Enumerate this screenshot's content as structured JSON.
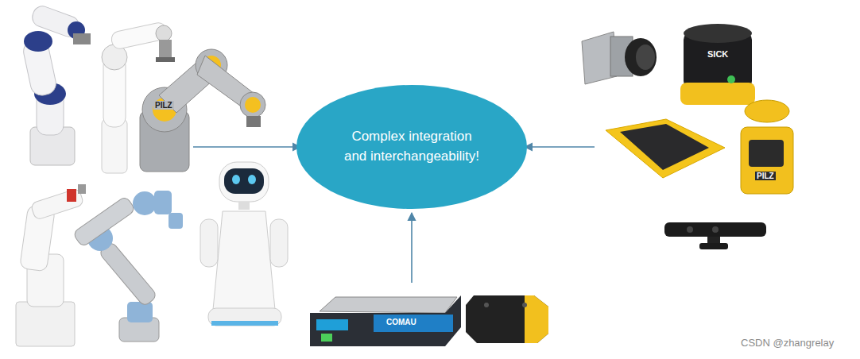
{
  "diagram": {
    "nodes": [
      {
        "text": [
          "Complex integration and interchangeability!"
        ]
      }
    ],
    "labels": [
      "PILZ",
      "SICK",
      "PILZ",
      "COMAU",
      "CSDN @zhangrelay"
    ]
  }
}
